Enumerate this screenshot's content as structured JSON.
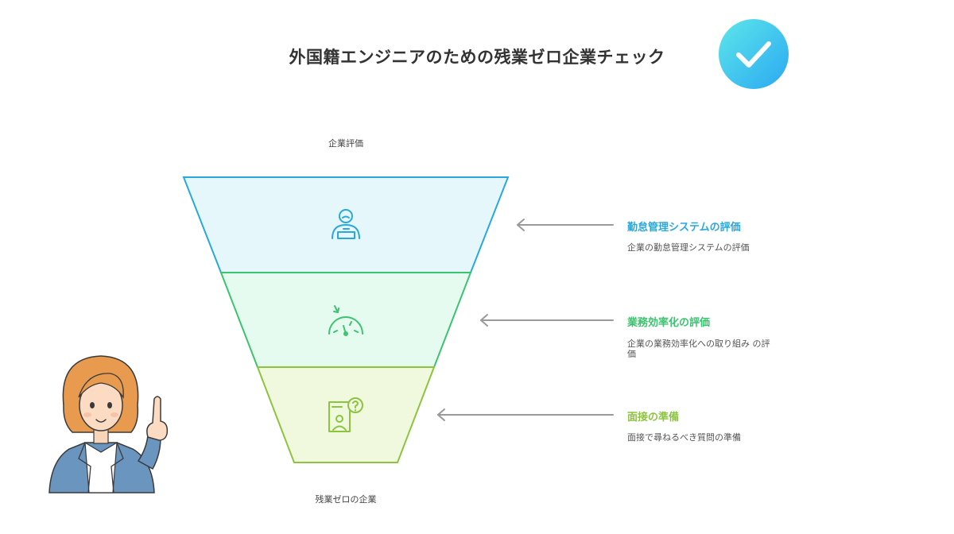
{
  "title": "外国籍エンジニアのための残業ゼロ企業チェック",
  "funnel": {
    "top_label": "企業評価",
    "bottom_label": "残業ゼロの企業",
    "stages": [
      {
        "title": "勤怠管理システムの評価",
        "description": "企業の勤怠管理システムの評価",
        "icon": "person-at-desk-icon",
        "color": "#2aa8dc"
      },
      {
        "title": "業務効率化の評価",
        "description": "企業の業務効率化への取り組み の評価",
        "icon": "speedometer-icon",
        "color": "#3cc36f"
      },
      {
        "title": "面接の準備",
        "description": "面接で尋ねるべき質問の準備",
        "icon": "interview-question-icon",
        "color": "#8cc43f"
      }
    ]
  },
  "colors": {
    "badge_gradient_start": "#4fe3e8",
    "badge_gradient_end": "#29b6f6",
    "arrow": "#9a9a9a"
  }
}
